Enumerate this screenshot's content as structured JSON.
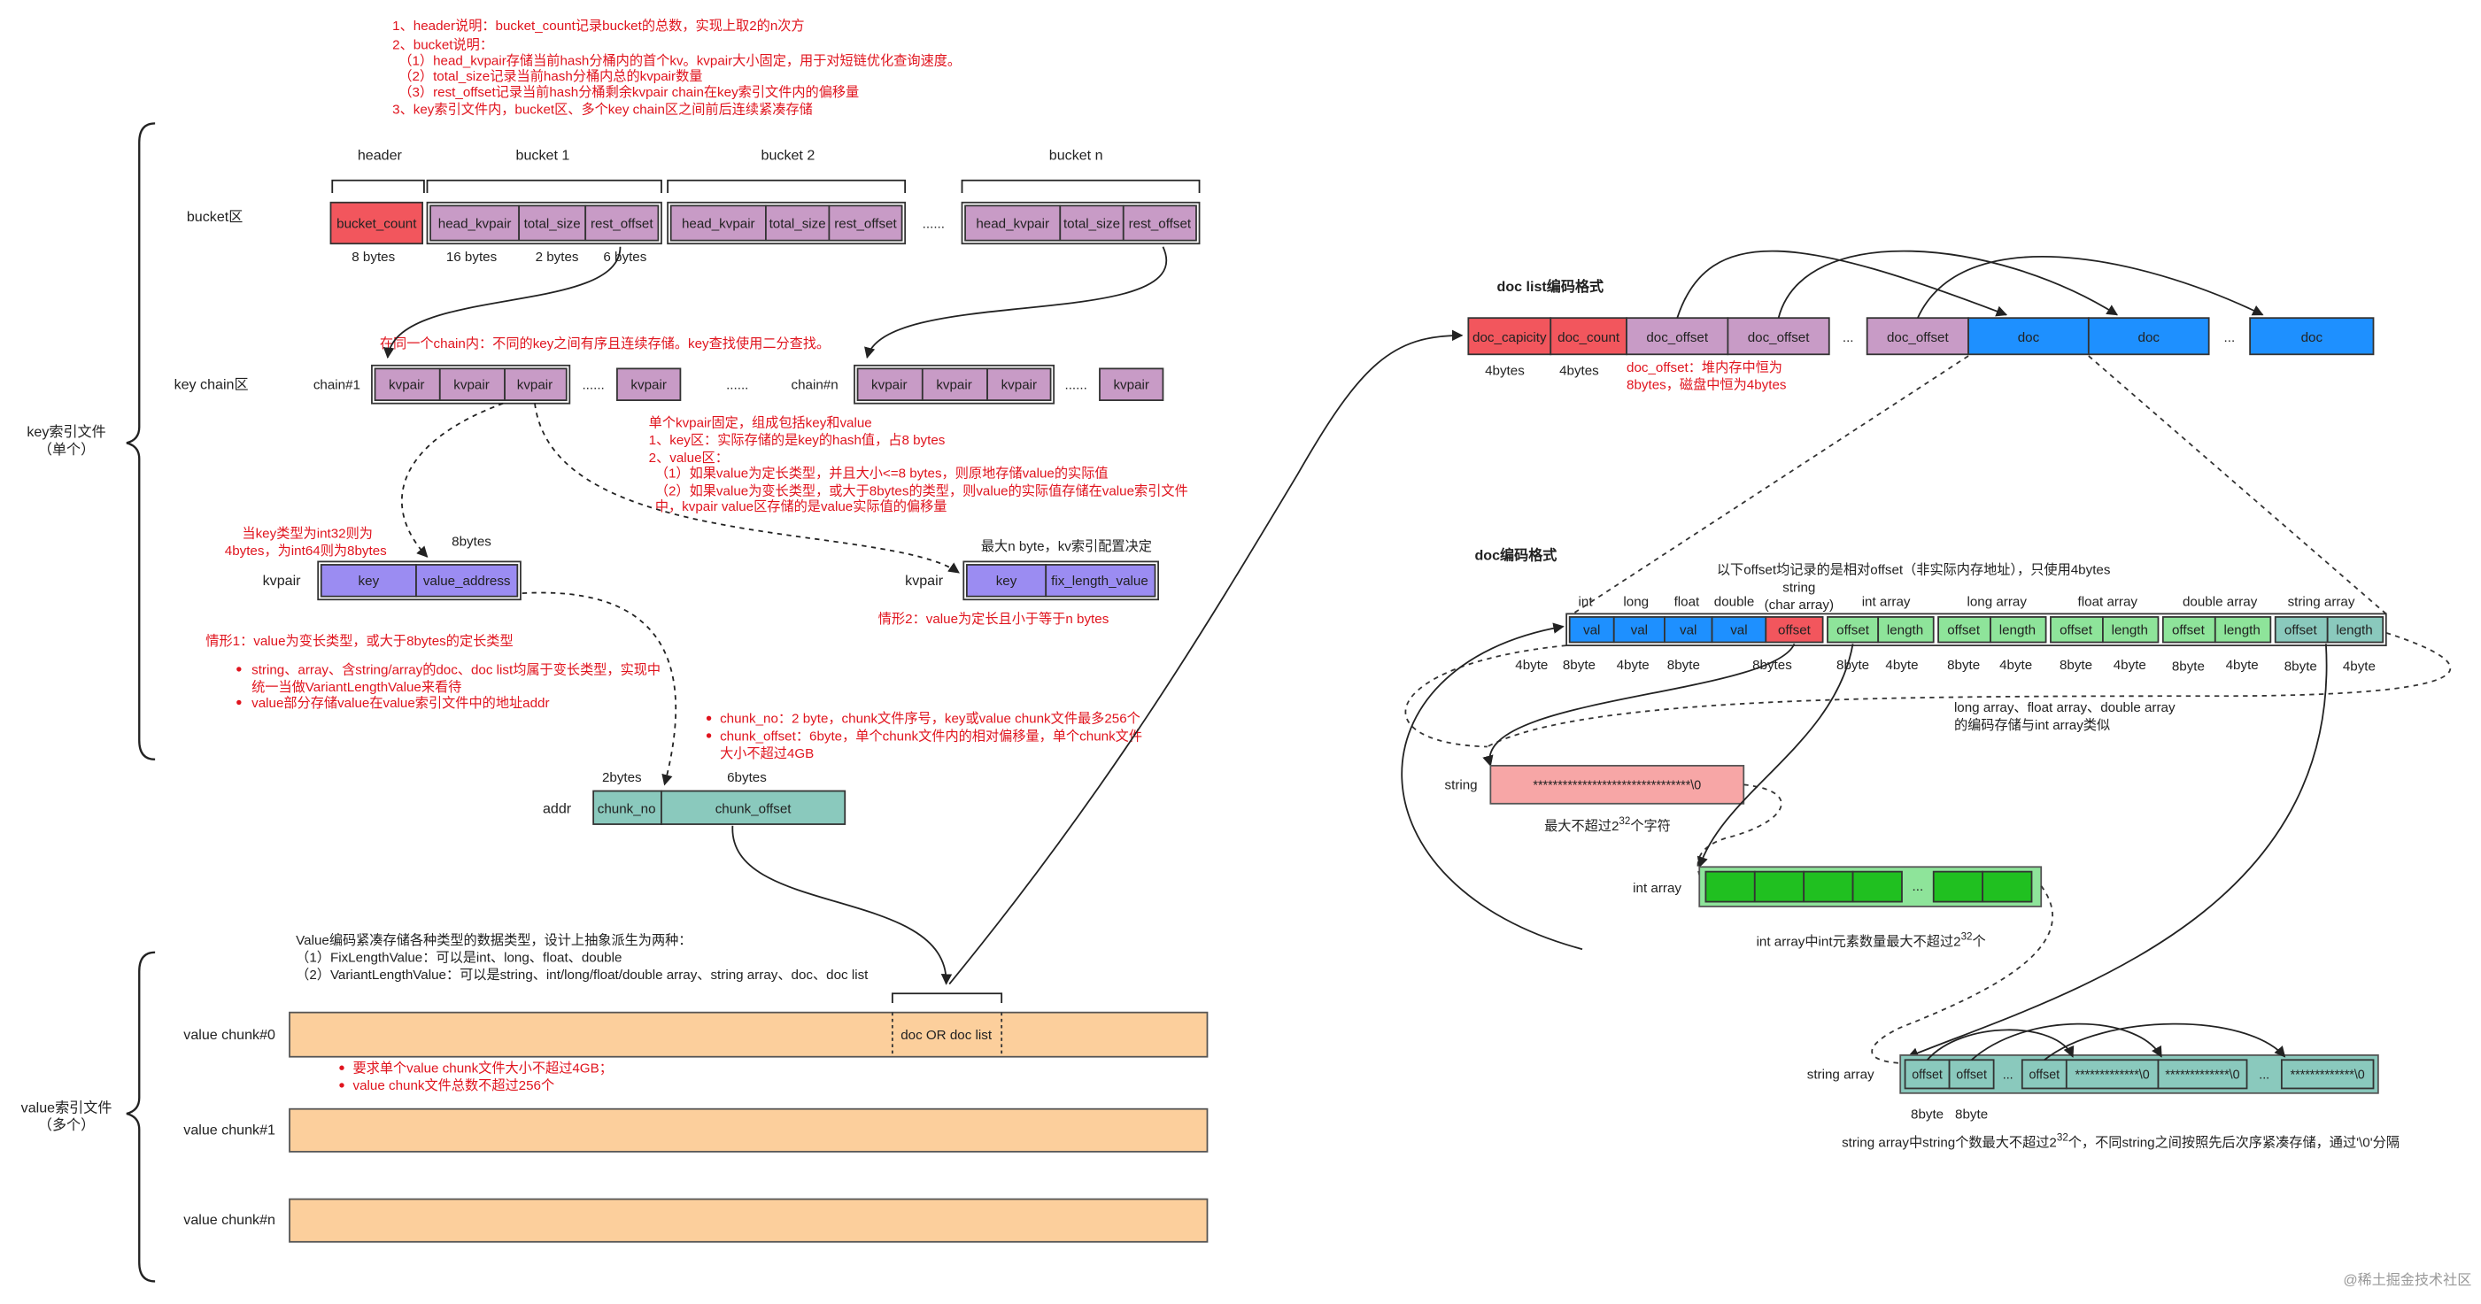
{
  "colors": {
    "red_box": "#f2565d",
    "pink_box": "#c89bc6",
    "purple_box": "#9b8cf2",
    "teal_box": "#8ac9bd",
    "blue_box": "#1e90ff",
    "green_box": "#8ee49a",
    "orange_box": "#fccf9c",
    "salmon_box": "#f7a6a6",
    "bright_green": "#20c020",
    "red_text": "#e0141e"
  },
  "notes": {
    "header_lines": [
      "1、header说明：bucket_count记录bucket的总数，实现上取2的n次方",
      "2、bucket说明：",
      "（1）head_kvpair存储当前hash分桶内的首个kv。kvpair大小固定，用于对短链优化查询速度。",
      "（2）total_size记录当前hash分桶内总的kvpair数量",
      "（3）rest_offset记录当前hash分桶剩余kvpair chain在key索引文件内的偏移量",
      "3、key索引文件内，bucket区、多个key chain区之间前后连续紧凑存储"
    ],
    "chain_note": "在同一个chain内：不同的key之间有序且连续存储。key查找使用二分查找。",
    "kvpair_lines": [
      "单个kvpair固定，组成包括key和value",
      "1、key区：实际存储的是key的hash值，占8 bytes",
      "2、value区：",
      "（1）如果value为定长类型，并且大小<=8 bytes，则原地存储value的实际值",
      "（2）如果value为变长类型，或大于8bytes的类型，则value的实际值存储在value索引文件",
      "中，kvpair value区存储的是value实际值的偏移量"
    ],
    "key_type_lines": [
      "当key类型为int32则为",
      "4bytes，为int64则为8bytes"
    ],
    "case1_title": "情形1：value为变长类型，或大于8bytes的定长类型",
    "case1_bullets": [
      "string、array、含string/array的doc、doc list均属于变长类型，实现中",
      "统一当做VariantLengthValue来看待",
      "value部分存储value在value索引文件中的地址addr"
    ],
    "case2": "情形2：value为定长且小于等于n bytes",
    "max_n": "最大n byte，kv索引配置决定",
    "addr_bullets": [
      "chunk_no：2 byte，chunk文件序号，key或value chunk文件最多256个",
      "chunk_offset：6byte，单个chunk文件内的相对偏移量，单个chunk文件",
      "大小不超过4GB"
    ],
    "value_lines": [
      "Value编码紧凑存储各种类型的数据类型，设计上抽象派生为两种：",
      "（1）FixLengthValue：可以是int、long、float、double",
      "（2）VariantLengthValue：可以是string、int/long/float/double array、string array、doc、doc list"
    ],
    "chunk_bullets": [
      "要求单个value chunk文件大小不超过4GB；",
      "value chunk文件总数不超过256个"
    ],
    "doc_offset_lines": [
      "doc_offset：堆内存中恒为",
      "8bytes，磁盘中恒为4bytes"
    ],
    "offset_note": "以下offset均记录的是相对offset（非实际内存地址），只使用4bytes",
    "long_array_lines": [
      "long array、float array、double array",
      "的编码存储与int array类似"
    ],
    "string_max_prefix": "最大不超过2",
    "string_max_sup": "32",
    "string_max_suffix": "个字符",
    "int_array_max_prefix": "int array中int元素数量最大不超过2",
    "int_array_max_sup": "32",
    "int_array_max_suffix": "个",
    "string_array_prefix": "string array中string个数最大不超过2",
    "string_array_sup": "32",
    "string_array_suffix": "个，不同string之间按照先后次序紧凑存储，通过'\\0'分隔"
  },
  "sections": {
    "key_file": [
      "key索引文件",
      "（单个）"
    ],
    "value_file": [
      "value索引文件",
      "（多个）"
    ],
    "bucket_area": "bucket区",
    "key_chain_area": "key chain区",
    "doc_list_title": "doc list编码格式",
    "doc_title": "doc编码格式"
  },
  "bucket": {
    "group_labels": [
      "header",
      "bucket 1",
      "bucket 2",
      "bucket n"
    ],
    "cells": [
      "bucket_count",
      "head_kvpair",
      "total_size",
      "rest_offset",
      "head_kvpair",
      "total_size",
      "rest_offset",
      "head_kvpair",
      "total_size",
      "rest_offset"
    ],
    "ellipsis": "......",
    "sizes": [
      "8 bytes",
      "16 bytes",
      "2 bytes",
      "6 bytes"
    ]
  },
  "chain": {
    "chain1": "chain#1",
    "chainn": "chain#n",
    "cell": "kvpair",
    "ellipsis": "......"
  },
  "kvpair_row": {
    "label": "kvpair",
    "size": "8bytes",
    "cells": [
      "key",
      "value_address"
    ]
  },
  "kvpair_fixed": {
    "label": "kvpair",
    "cells": [
      "key",
      "fix_length_value"
    ]
  },
  "addr": {
    "label": "addr",
    "sizes": [
      "2bytes",
      "6bytes"
    ],
    "cells": [
      "chunk_no",
      "chunk_offset"
    ]
  },
  "value_chunks": {
    "labels": [
      "value chunk#0",
      "value chunk#1",
      "value chunk#n"
    ],
    "doc_label": "doc OR doc list"
  },
  "doc_list": {
    "cells": [
      "doc_capicity",
      "doc_count",
      "doc_offset",
      "doc_offset",
      "doc_offset",
      "doc",
      "doc",
      "doc"
    ],
    "ellipsis": "...",
    "sizes": [
      "4bytes",
      "4bytes"
    ]
  },
  "doc": {
    "type_labels": [
      "int",
      "long",
      "float",
      "double",
      "string",
      "(char array)",
      "int array",
      "long array",
      "float array",
      "double array",
      "string array"
    ],
    "cells": [
      "val",
      "val",
      "val",
      "val",
      "offset",
      "offset",
      "length",
      "offset",
      "length",
      "offset",
      "length",
      "offset",
      "length",
      "offset",
      "length"
    ],
    "sizes": [
      "4byte",
      "8byte",
      "4byte",
      "8byte",
      "8bytes",
      "8byte",
      "4byte",
      "8byte",
      "4byte",
      "8byte",
      "4byte",
      "8byte",
      "4byte",
      "8byte",
      "4byte"
    ]
  },
  "string_enc": {
    "label": "string",
    "content": "********************************\\0"
  },
  "int_array_enc": {
    "label": "int array",
    "ellipsis": "..."
  },
  "string_array_enc": {
    "label": "string array",
    "cells": [
      "offset",
      "offset",
      "...",
      "offset",
      "*************\\0",
      "*************\\0",
      "...",
      "*************\\0"
    ],
    "sizes": [
      "8byte",
      "8byte"
    ]
  },
  "watermark": "@稀土掘金技术社区"
}
